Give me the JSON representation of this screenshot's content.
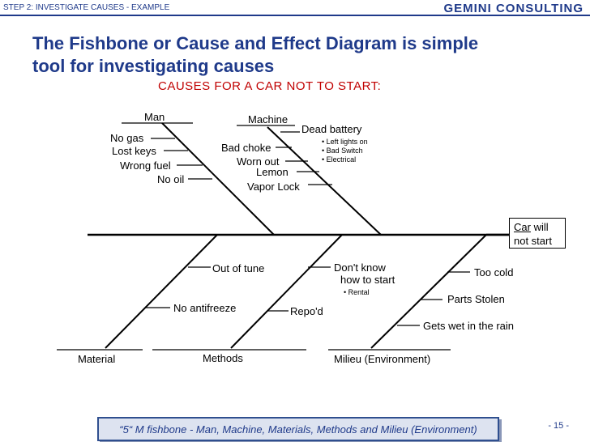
{
  "header": {
    "step": "STEP 2: INVESTIGATE CAUSES - EXAMPLE",
    "brand": "GEMINI CONSULTING"
  },
  "title_line1": "The Fishbone or Cause and Effect Diagram is simple",
  "title_line2": "tool for investigating causes",
  "subtitle": "CAUSES FOR A CAR NOT TO START:",
  "effect": {
    "word1": "Car",
    "word2": " will",
    "line2": "not start"
  },
  "categories": {
    "man": "Man",
    "machine": "Machine",
    "material": "Material",
    "methods": "Methods",
    "milieu": "Milieu (Environment)"
  },
  "causes": {
    "man": [
      "No gas",
      "Lost keys",
      "Wrong fuel",
      "No oil"
    ],
    "machine": [
      "Dead battery",
      "Bad choke",
      "Worn out",
      "Lemon",
      "Vapor Lock"
    ],
    "machine_sub": [
      "• Left lights on",
      "• Bad Switch",
      "• Electrical"
    ],
    "material": [
      "Out of tune",
      "No antifreeze"
    ],
    "methods": [
      "Don't know",
      "how to start",
      "Repo'd"
    ],
    "methods_sub": [
      "• Rental"
    ],
    "milieu": [
      "Too cold",
      "Parts Stolen",
      "Gets wet in the rain"
    ]
  },
  "footer": "“5“ M fishbone - Man, Machine, Materials, Methods and Milieu (Environment)",
  "page_number": "- 15 -"
}
